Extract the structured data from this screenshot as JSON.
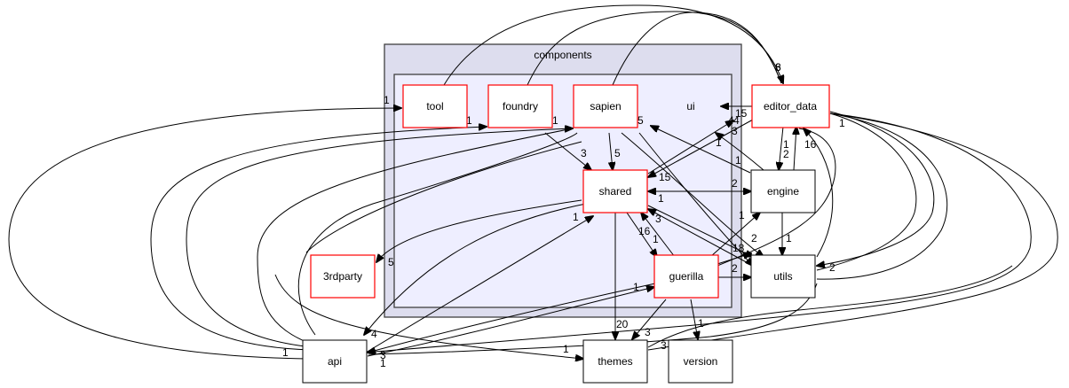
{
  "title": "components dependency graph",
  "clusters": {
    "outer": {
      "label": "components"
    },
    "inner": {
      "label": "ui"
    }
  },
  "nodes": [
    {
      "id": "tool",
      "label": "tool",
      "style": "red"
    },
    {
      "id": "foundry",
      "label": "foundry",
      "style": "red"
    },
    {
      "id": "sapien",
      "label": "sapien",
      "style": "red"
    },
    {
      "id": "shared",
      "label": "shared",
      "style": "red"
    },
    {
      "id": "guerilla",
      "label": "guerilla",
      "style": "red"
    },
    {
      "id": "3rdparty",
      "label": "3rdparty",
      "style": "red"
    },
    {
      "id": "editor_data",
      "label": "editor_data",
      "style": "red"
    },
    {
      "id": "engine",
      "label": "engine",
      "style": "black"
    },
    {
      "id": "utils",
      "label": "utils",
      "style": "black"
    },
    {
      "id": "api",
      "label": "api",
      "style": "black"
    },
    {
      "id": "themes",
      "label": "themes",
      "style": "black"
    },
    {
      "id": "version",
      "label": "version",
      "style": "black"
    }
  ],
  "edge_labels": [
    {
      "id": "api-tool",
      "text": "1"
    },
    {
      "id": "api-foundry",
      "text": "1"
    },
    {
      "id": "foundry-sapien",
      "text": "1"
    },
    {
      "id": "foundry-shared",
      "text": "3"
    },
    {
      "id": "sapien-shared",
      "text": "5"
    },
    {
      "id": "sapien-out",
      "text": "5"
    },
    {
      "id": "top-ed-1",
      "text": "8"
    },
    {
      "id": "top-ed-2",
      "text": "6"
    },
    {
      "id": "ed-ui",
      "text": "15"
    },
    {
      "id": "ui-a",
      "text": "4"
    },
    {
      "id": "ui-b",
      "text": "4"
    },
    {
      "id": "ui-c",
      "text": "3"
    },
    {
      "id": "ui-d",
      "text": "1"
    },
    {
      "id": "ed-shared",
      "text": "15"
    },
    {
      "id": "ed-engine-down",
      "text": "2"
    },
    {
      "id": "engine-ed-up",
      "text": "1"
    },
    {
      "id": "utils-ed",
      "text": "16"
    },
    {
      "id": "right-ed",
      "text": "1"
    },
    {
      "id": "sh-engine",
      "text": "2"
    },
    {
      "id": "engine-sh",
      "text": "1"
    },
    {
      "id": "engine-top",
      "text": "1"
    },
    {
      "id": "sh-guerilla",
      "text": "16"
    },
    {
      "id": "guerilla-sh",
      "text": "1"
    },
    {
      "id": "utils-sh",
      "text": "3"
    },
    {
      "id": "api-sh",
      "text": "1"
    },
    {
      "id": "g-engine",
      "text": "1"
    },
    {
      "id": "sh-utils",
      "text": "18"
    },
    {
      "id": "g-utils-up",
      "text": "2"
    },
    {
      "id": "g-utils",
      "text": "2"
    },
    {
      "id": "engine-utils",
      "text": "1"
    },
    {
      "id": "ed-utils",
      "text": "2"
    },
    {
      "id": "sh-3rd",
      "text": "5"
    },
    {
      "id": "api-g",
      "text": "1"
    },
    {
      "id": "sh-api",
      "text": "4"
    },
    {
      "id": "sh-themes",
      "text": "20"
    },
    {
      "id": "g-themes",
      "text": "3"
    },
    {
      "id": "g-version",
      "text": "1"
    },
    {
      "id": "themes-ed",
      "text": "3"
    },
    {
      "id": "left-api",
      "text": "1"
    },
    {
      "id": "x-api-1",
      "text": "3"
    },
    {
      "id": "x-api-2",
      "text": "1"
    },
    {
      "id": "api-themes",
      "text": "1"
    }
  ]
}
